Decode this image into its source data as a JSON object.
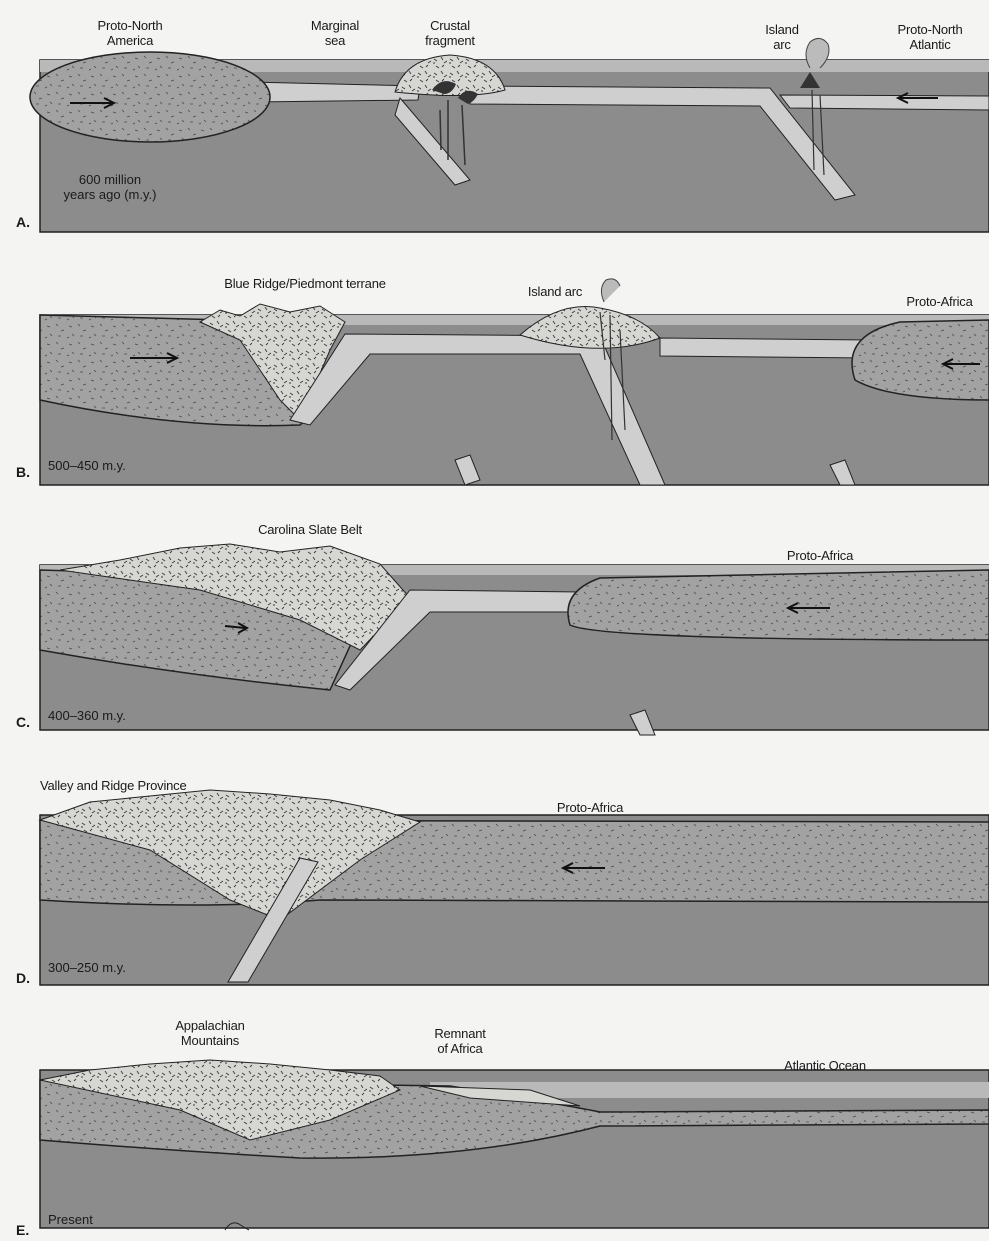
{
  "colors": {
    "background": "#f4f4f2",
    "mantle": "#8c8c8c",
    "ocean_water": "#b9b9b9",
    "continental_crust": "#a2a2a2",
    "oceanic_plate": "#cfcfcf",
    "mountains": "#d6d6d2",
    "outline": "#222222"
  },
  "panels": {
    "a": {
      "letter": "A.",
      "age": "600 million\nyears ago (m.y.)",
      "labels": {
        "proto_north_america": "Proto-North\nAmerica",
        "marginal_sea": "Marginal\nsea",
        "crustal_fragment": "Crustal\nfragment",
        "island_arc": "Island\narc",
        "proto_north_atlantic": "Proto-North\nAtlantic"
      }
    },
    "b": {
      "letter": "B.",
      "age": "500–450 m.y.",
      "labels": {
        "blue_ridge": "Blue Ridge/Piedmont terrane",
        "island_arc": "Island arc",
        "proto_africa": "Proto-Africa"
      }
    },
    "c": {
      "letter": "C.",
      "age": "400–360 m.y.",
      "labels": {
        "carolina_slate_belt": "Carolina Slate Belt",
        "proto_africa": "Proto-Africa"
      }
    },
    "d": {
      "letter": "D.",
      "age": "300–250 m.y.",
      "labels": {
        "valley_ridge": "Valley and Ridge Province",
        "proto_africa": "Proto-Africa"
      }
    },
    "e": {
      "letter": "E.",
      "age": "Present",
      "labels": {
        "appalachian": "Appalachian\nMountains",
        "remnant_africa": "Remnant\nof Africa",
        "atlantic_ocean": "Atlantic Ocean"
      }
    }
  }
}
